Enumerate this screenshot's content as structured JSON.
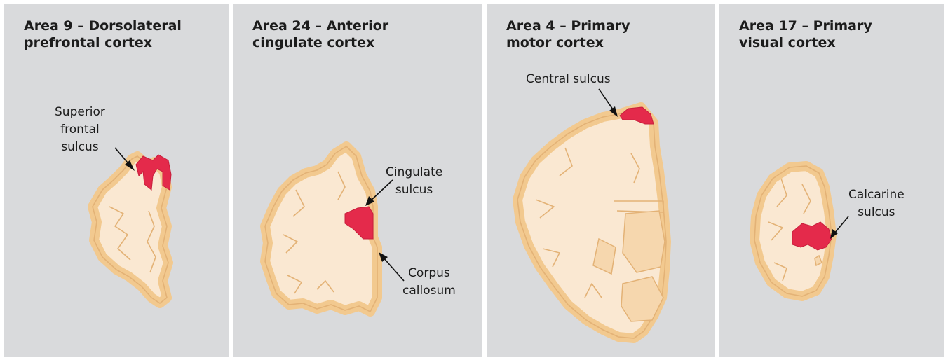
{
  "panels": [
    {
      "title_line1": "Area 9 – Dorsolateral",
      "title_line2": "prefrontal cortex",
      "labels": [
        {
          "lines": [
            "Superior",
            "frontal",
            "sulcus"
          ]
        }
      ]
    },
    {
      "title_line1": "Area 24 – Anterior",
      "title_line2": "cingulate cortex",
      "labels": [
        {
          "lines": [
            "Cingulate",
            "sulcus"
          ]
        },
        {
          "lines": [
            "Corpus",
            "callosum"
          ]
        }
      ]
    },
    {
      "title_line1": "Area 4 – Primary",
      "title_line2": "motor cortex",
      "labels": [
        {
          "lines": [
            "Central sulcus"
          ]
        }
      ]
    },
    {
      "title_line1": "Area 17 – Primary",
      "title_line2": "visual cortex",
      "labels": [
        {
          "lines": [
            "Calcarine",
            "sulcus"
          ]
        }
      ]
    }
  ],
  "colors": {
    "panel_background": "#d9dadc",
    "white_matter": "#fae8d2",
    "gray_matter": "#f2c98f",
    "highlighted_area": "#e42a4b"
  }
}
